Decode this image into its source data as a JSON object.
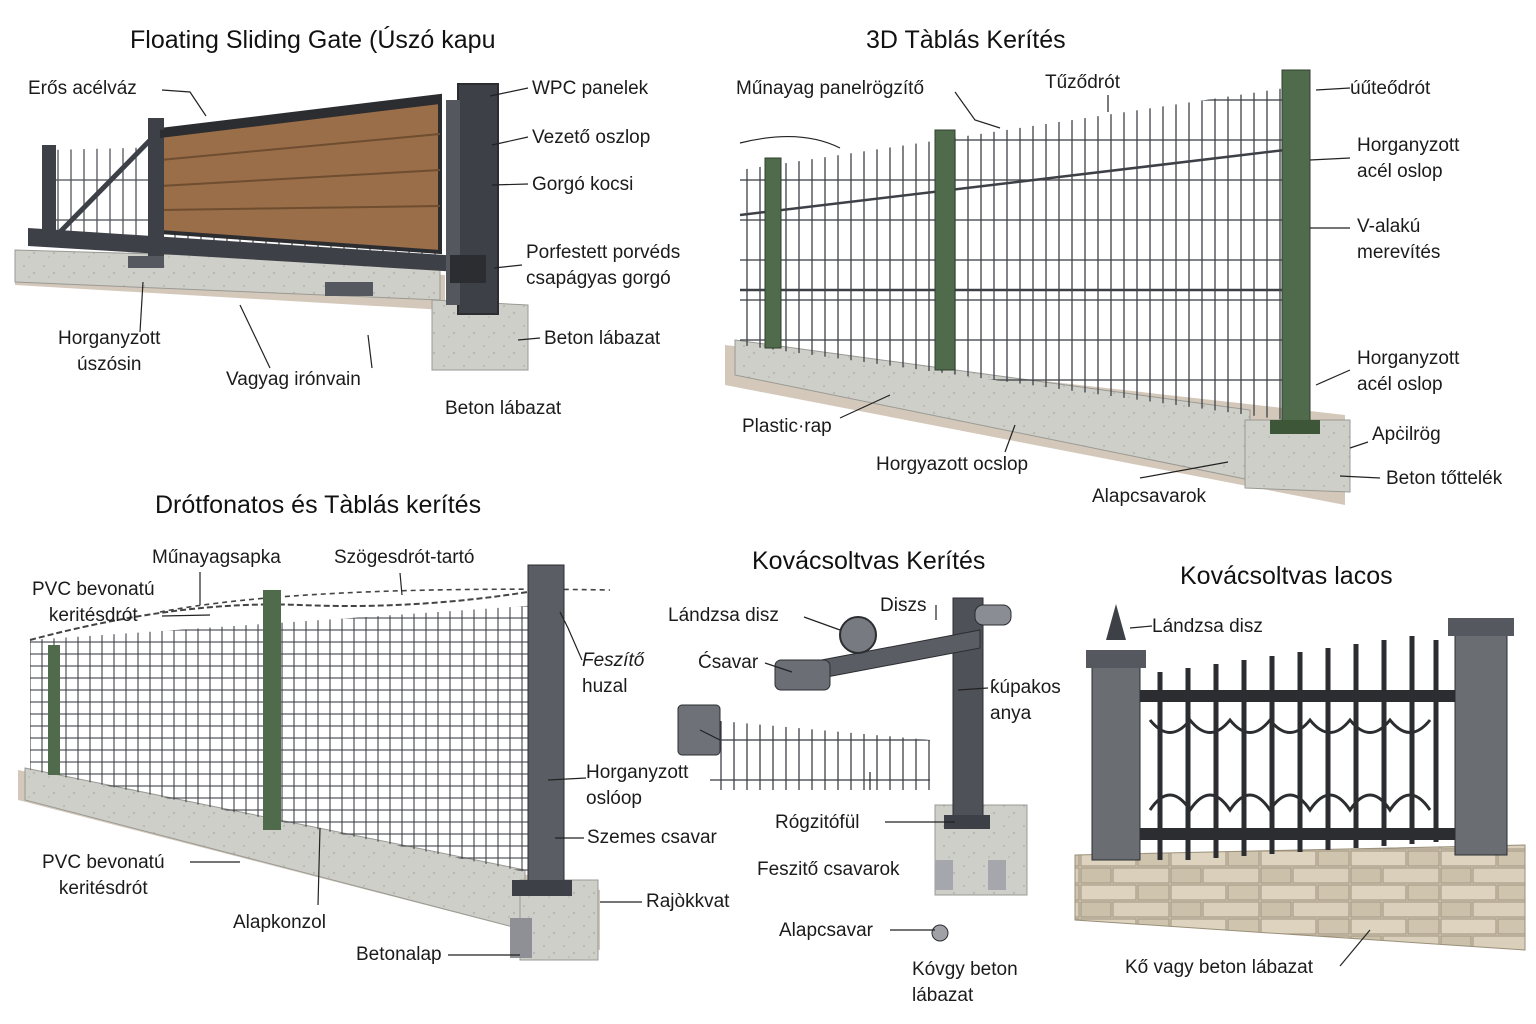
{
  "panels": {
    "gate": {
      "title": "Floating Sliding Gate (Úszó kapu",
      "labels": {
        "frame": "Erős acélváz",
        "wpc": "WPC panelek",
        "guide_post": "Vezető oszlop",
        "roller_carriage": "Gorgó kocsi",
        "roller_1": "Porfestett porvéds",
        "roller_2": "csapágyas gorgó",
        "rail_1": "Horganyzott",
        "rail_2": "úszósin",
        "guide_rail": "Vagyag irónvain",
        "base_1": "Beton lábazat",
        "base_2": "Beton lábazat"
      }
    },
    "panel3d": {
      "title": "3D Tàblás Kerítés",
      "labels": {
        "clip": "Műnayag panelrögzítő",
        "wire": "Tűződrót",
        "top_wire": "úűteődrót",
        "post_a_1": "Horganyzott",
        "post_a_2": "acél oslop",
        "v_1": "V-alakú",
        "v_2": "merevítés",
        "post_b_1": "Horganyzott",
        "post_b_2": "acél oslop",
        "plastic": "Plastic·rap",
        "post_c": "Horgyazott ocslop",
        "rod": "Apċilrög",
        "fill": "Beton tőttelék",
        "bolts": "Alapcsavarok"
      }
    },
    "wire_fence": {
      "title": "Drótfonatos és Tàblás kerítés",
      "labels": {
        "cap": "Műnayagsapka",
        "barb": "Szögesdrót-tartó",
        "pvc_top_1": "PVC bevonatú",
        "pvc_top_2": "keritésdrót",
        "tension_1": "Feszítő",
        "tension_2": "huzal",
        "post_1": "Horganyzott",
        "post_2": "oslóop",
        "eye": "Szemes csavar",
        "pvc_bot_1": "PVC bevonatú",
        "pvc_bot_2": "keritésdrót",
        "bracket": "Alapkonzol",
        "anchor": "Rajòkkvat",
        "concrete": "Betonalap"
      }
    },
    "wrought": {
      "title": "Kovácsoltvas Kerítés",
      "labels": {
        "spear": "Lándzsa disz",
        "deco": "Diszs",
        "screw": "Ćsavar",
        "cap_nut_1": "ƙúpakos",
        "cap_nut_2": "anya",
        "lug": "Rógzitófül",
        "tension_bolts": "Feszitő csavarok",
        "anchor_bolt": "Alapcsavar",
        "base_1": "Kóvgy beton",
        "base_2": "lábazat"
      }
    },
    "wrought_lacos": {
      "title": "Kovácsoltvas lacos",
      "labels": {
        "spear": "Lándzsa disz",
        "base": "Kő vagy beton lábazat"
      }
    }
  },
  "colors": {
    "steel": "#3d4046",
    "steel_dark": "#2b2d31",
    "wood": "#9a6e48",
    "green_post": "#4f6b4c",
    "concrete": "#c9c9c4",
    "stone": "#d2c8b4",
    "soil": "#a08468"
  }
}
